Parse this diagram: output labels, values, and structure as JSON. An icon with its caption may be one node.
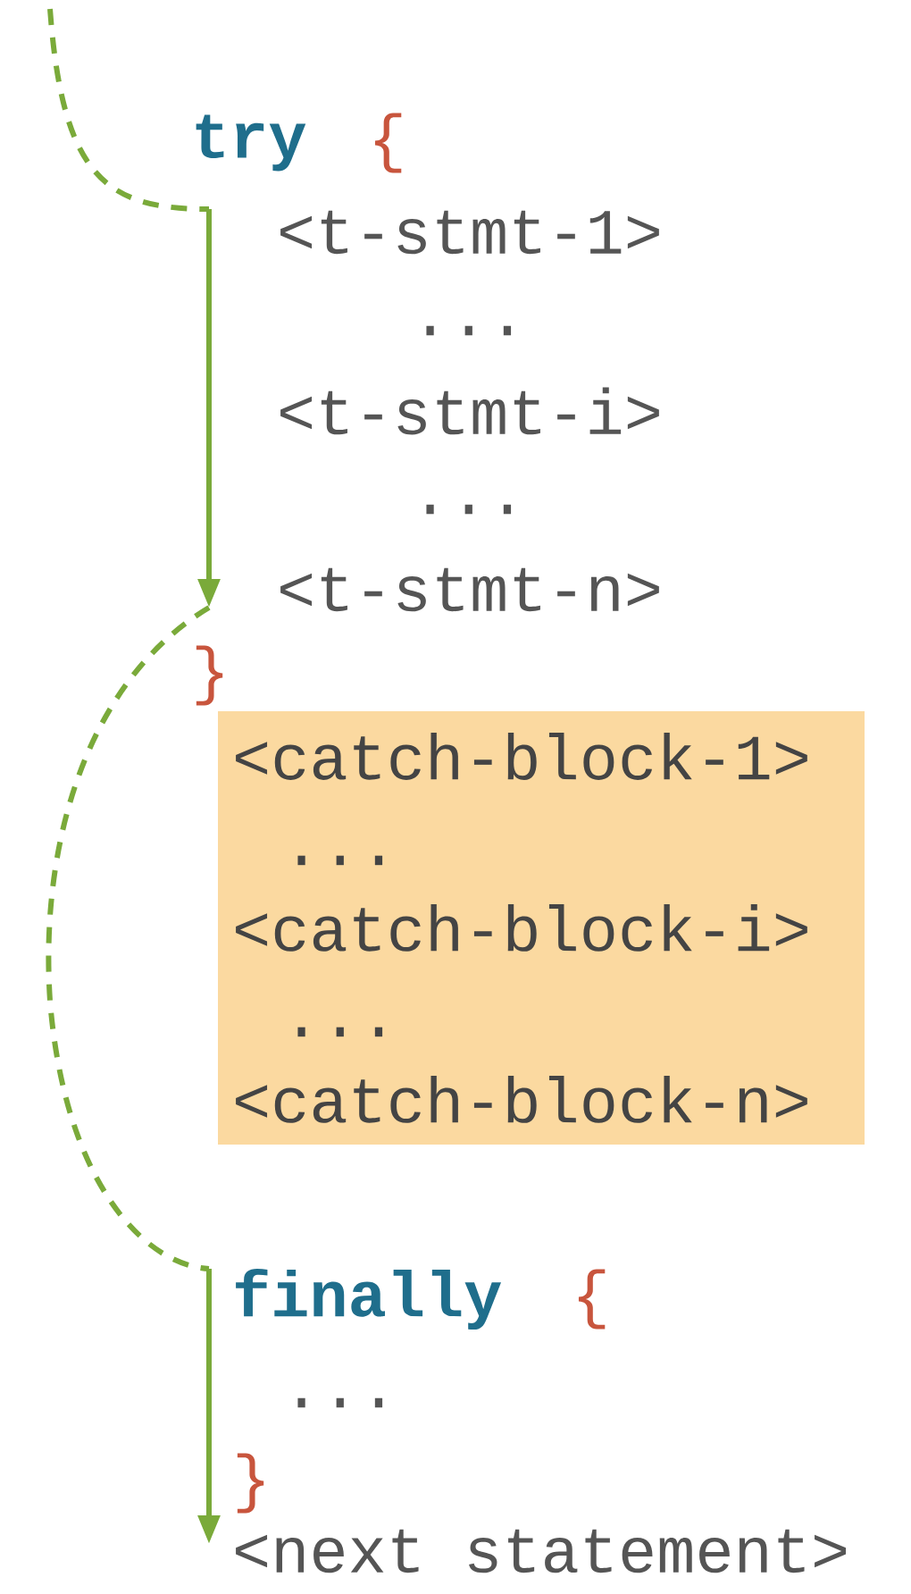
{
  "diagram": {
    "nodes": [
      {
        "text": [
          "<t-stmt-1>"
        ]
      },
      {
        "text": [
          "<t-stmt-n>"
        ]
      },
      {
        "text": [
          "<catch-block-1>",
          "...",
          "<catch-block-i>",
          "...",
          "<catch-block-n>"
        ]
      },
      {
        "text": [
          "finally"
        ]
      },
      {
        "text": [
          "<next statement>"
        ]
      }
    ],
    "edges": [
      {
        "from": null,
        "to": 0,
        "arrow": "none",
        "style": "dashed"
      },
      {
        "from": 0,
        "to": 1,
        "arrow": "to"
      },
      {
        "from": 1,
        "to": 3,
        "arrow": "none",
        "style": "dashed"
      },
      {
        "from": 3,
        "to": 4,
        "arrow": "to"
      }
    ],
    "labels": [
      "try",
      "{",
      "...",
      "<t-stmt-i>",
      "...",
      "}",
      "{",
      "...",
      "}"
    ]
  }
}
